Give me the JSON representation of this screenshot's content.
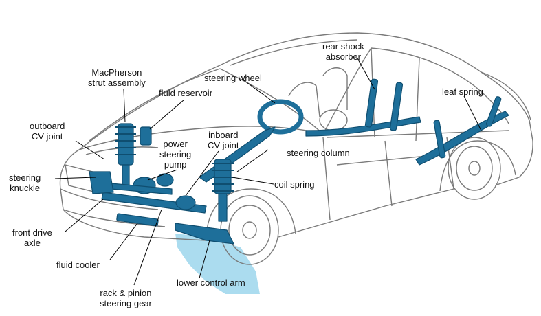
{
  "colors": {
    "component": "#1e6f9a",
    "component_dark": "#0f4e70",
    "shadow": "#8fd0ea",
    "outline": "#7a7a7a",
    "leader": "#000000"
  },
  "labels": {
    "macpherson": [
      "MacPherson",
      "strut assembly"
    ],
    "fluid_reservoir": "fluid reservoir",
    "steering_wheel": "steering wheel",
    "rear_shock": [
      "rear shock",
      "absorber"
    ],
    "leaf_spring": "leaf spring",
    "outboard_cv": [
      "outboard",
      "CV joint"
    ],
    "power_steering_pump": [
      "power",
      "steering",
      "pump"
    ],
    "inboard_cv": [
      "inboard",
      "CV joint"
    ],
    "steering_column": "steering column",
    "steering_knuckle": [
      "steering",
      "knuckle"
    ],
    "coil_spring": "coil spring",
    "front_drive_axle": [
      "front drive",
      "axle"
    ],
    "fluid_cooler": "fluid cooler",
    "lower_control_arm": "lower control arm",
    "rack_pinion": [
      "rack & pinion",
      "steering gear"
    ]
  }
}
